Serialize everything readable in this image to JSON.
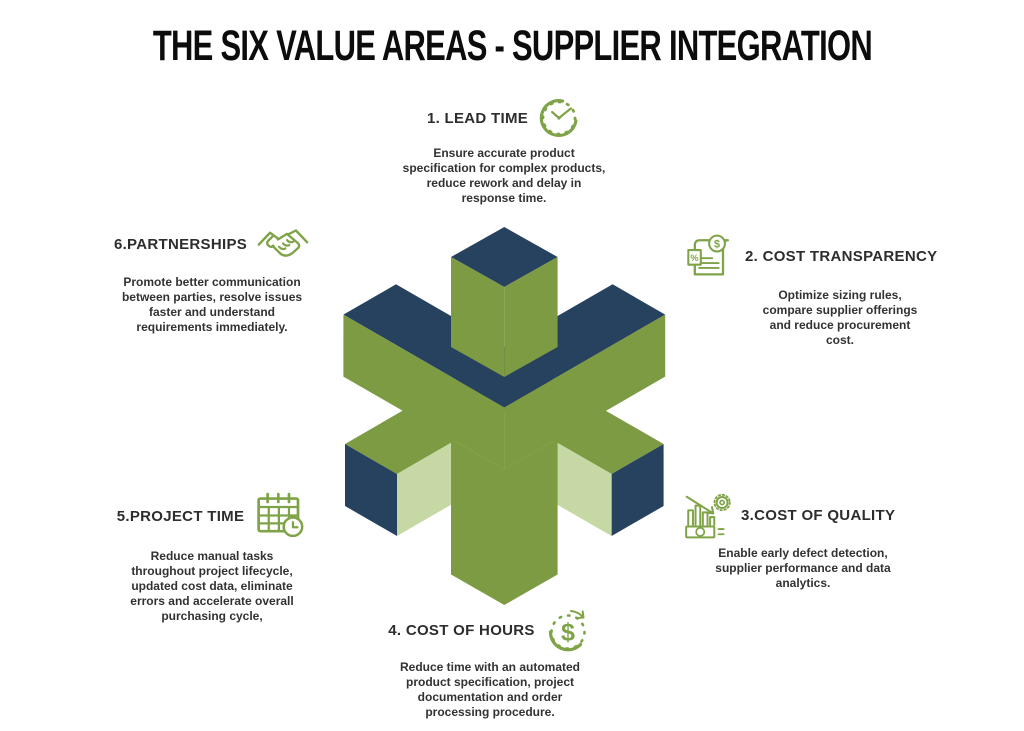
{
  "title": "THE SIX VALUE AREAS - SUPPLIER INTEGRATION",
  "colors": {
    "navy": "#27425f",
    "olive": "#7d9b42",
    "light_green": "#c6d8a4",
    "icon_green": "#7fa347",
    "title_text": "#0c0c0c",
    "heading_text": "#2d2d2d",
    "body_text": "#323232"
  },
  "glyphs": {
    "dollar": "$",
    "percent": "%"
  },
  "center_shape": {
    "name": "isometric-six-arm-cross"
  },
  "sections": [
    {
      "id": "lead-time",
      "label": "1. LEAD TIME",
      "icon": "clock-icon",
      "description": "Ensure accurate product\nspecification for complex products,\nreduce rework and delay in\nresponse time."
    },
    {
      "id": "cost-transparency",
      "label": "2. COST TRANSPARENCY",
      "icon": "receipt-icon",
      "description": "Optimize sizing rules,\ncompare supplier offerings\nand reduce procurement\ncost."
    },
    {
      "id": "cost-of-quality",
      "label": "3.COST OF QUALITY",
      "icon": "declining-cost-icon",
      "description": "Enable early defect detection,\nsupplier performance and data\nanalytics."
    },
    {
      "id": "cost-of-hours",
      "label": "4. COST OF HOURS",
      "icon": "dollar-clock-icon",
      "description": "Reduce time with an automated\nproduct specification, project\ndocumentation and order\nprocessing procedure."
    },
    {
      "id": "project-time",
      "label": "5.PROJECT TIME",
      "icon": "calendar-clock-icon",
      "description": "Reduce manual tasks\nthroughout project lifecycle,\nupdated cost data, eliminate\nerrors and accelerate overall\npurchasing cycle,"
    },
    {
      "id": "partnerships",
      "label": "6.PARTNERSHIPS",
      "icon": "handshake-icon",
      "description": "Promote better communication\nbetween parties, resolve issues\nfaster and understand\nrequirements immediately."
    }
  ]
}
